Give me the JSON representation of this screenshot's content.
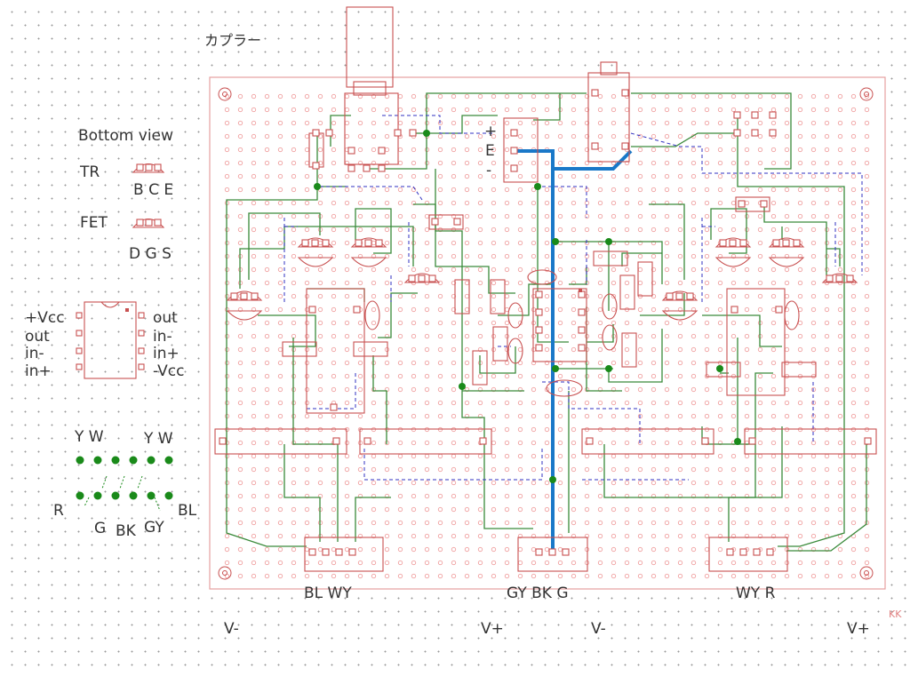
{
  "title": "カプラー",
  "legend": {
    "heading": "Bottom view",
    "tr_label": "TR",
    "tr_pins": "B C E",
    "fet_label": "FET",
    "fet_pins": "D G S",
    "ic_left": [
      "+Vcc",
      "out",
      "in-",
      "in+"
    ],
    "ic_right": [
      "out",
      "in-",
      "in+",
      "-Vcc"
    ]
  },
  "connector_legend": {
    "top_left": "Y W",
    "top_right": "Y W",
    "left": "R",
    "right": "BL",
    "bottom": [
      "G",
      "BK",
      "GY"
    ]
  },
  "regulator_pins": {
    "plus": "+",
    "e": "E",
    "minus": "-"
  },
  "connectors": {
    "left": "BL  WY",
    "center": "GY BK  G",
    "right": "WY R"
  },
  "supply_labels": [
    "V-",
    "V+",
    "V-",
    "V+"
  ],
  "watermark": "KK",
  "colors": {
    "pad": "#c85050",
    "trace": "#3a8a3a",
    "jumper": "#3030c0",
    "wire": "#1a78c8",
    "node": "#1a8a1a"
  }
}
